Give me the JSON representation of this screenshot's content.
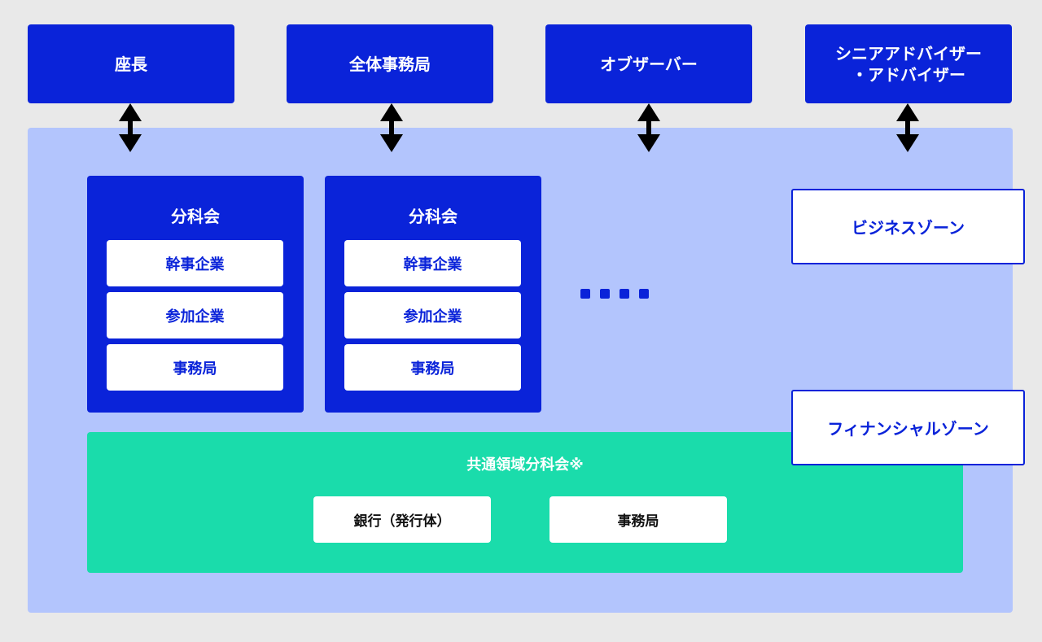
{
  "top_boxes": [
    {
      "label": "座長"
    },
    {
      "label": "全体事務局"
    },
    {
      "label": "オブザーバー"
    },
    {
      "label": "シニアアドバイザー\n・アドバイザー"
    }
  ],
  "subcommittees": [
    {
      "title": "分科会",
      "items": [
        "幹事企業",
        "参加企業",
        "事務局"
      ]
    },
    {
      "title": "分科会",
      "items": [
        "幹事企業",
        "参加企業",
        "事務局"
      ]
    }
  ],
  "zones": {
    "business": "ビジネスゾーン",
    "finance": "フィナンシャルゾーン"
  },
  "common_area": {
    "title": "共通領域分科会※",
    "items": [
      "銀行（発行体）",
      "事務局"
    ]
  },
  "colors": {
    "primary_blue": "#0a23d9",
    "light_blue_area": "#b3c5fd",
    "green_area": "#1adcab",
    "background": "#e9e9e9"
  }
}
